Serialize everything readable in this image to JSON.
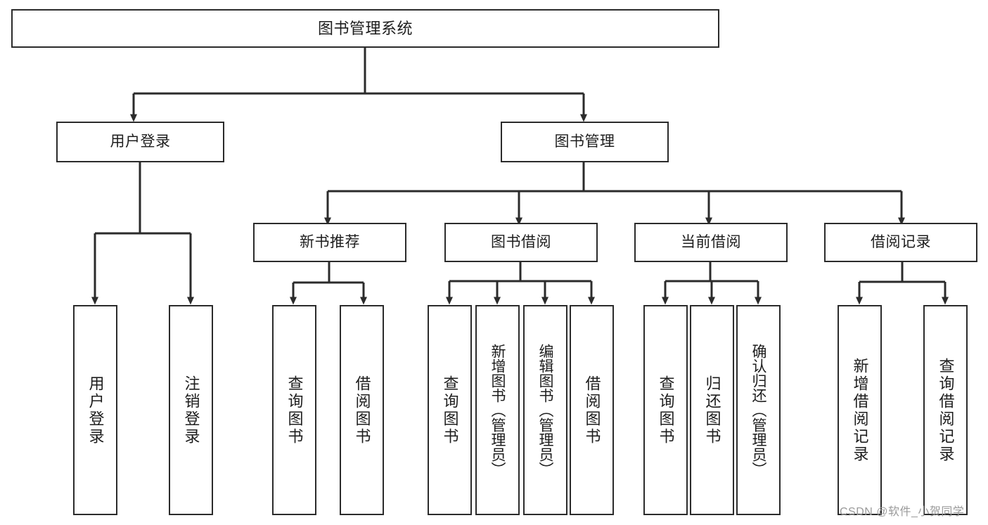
{
  "diagram": {
    "title": "图书管理系统",
    "type": "tree",
    "colors": {
      "stroke": "#2b2b2b",
      "fill": "#ffffff",
      "text": "#1d1d1d",
      "watermark": "#9a9a9a"
    },
    "root": {
      "id": "root",
      "label": "图书管理系统"
    },
    "level1": [
      {
        "id": "user-login",
        "label": "用户登录"
      },
      {
        "id": "book-manage",
        "label": "图书管理"
      }
    ],
    "level2": [
      {
        "id": "new-book-recommend",
        "label": "新书推荐",
        "parent": "book-manage"
      },
      {
        "id": "book-borrow",
        "label": "图书借阅",
        "parent": "book-manage"
      },
      {
        "id": "current-borrow",
        "label": "当前借阅",
        "parent": "book-manage"
      },
      {
        "id": "borrow-record",
        "label": "借阅记录",
        "parent": "book-manage"
      }
    ],
    "leaves": [
      {
        "id": "leaf-user-login",
        "label": "用户登录",
        "parent": "user-login"
      },
      {
        "id": "leaf-logout-login",
        "label": "注销登录",
        "parent": "user-login"
      },
      {
        "id": "leaf-query-book-1",
        "label": "查询图书",
        "parent": "new-book-recommend"
      },
      {
        "id": "leaf-borrow-book-1",
        "label": "借阅图书",
        "parent": "new-book-recommend"
      },
      {
        "id": "leaf-query-book-2",
        "label": "查询图书",
        "parent": "book-borrow"
      },
      {
        "id": "leaf-add-book",
        "label": "新增图书（管理员）",
        "parent": "book-borrow"
      },
      {
        "id": "leaf-edit-book",
        "label": "编辑图书（管理员）",
        "parent": "book-borrow"
      },
      {
        "id": "leaf-borrow-book-2",
        "label": "借阅图书",
        "parent": "book-borrow"
      },
      {
        "id": "leaf-query-book-3",
        "label": "查询图书",
        "parent": "current-borrow"
      },
      {
        "id": "leaf-return-book",
        "label": "归还图书",
        "parent": "current-borrow"
      },
      {
        "id": "leaf-confirm-return",
        "label": "确认归还（管理员）",
        "parent": "current-borrow"
      },
      {
        "id": "leaf-add-record",
        "label": "新增借阅记录",
        "parent": "borrow-record"
      },
      {
        "id": "leaf-query-record",
        "label": "查询借阅记录",
        "parent": "borrow-record"
      }
    ],
    "watermark": "CSDN @软件_小贺同学"
  }
}
